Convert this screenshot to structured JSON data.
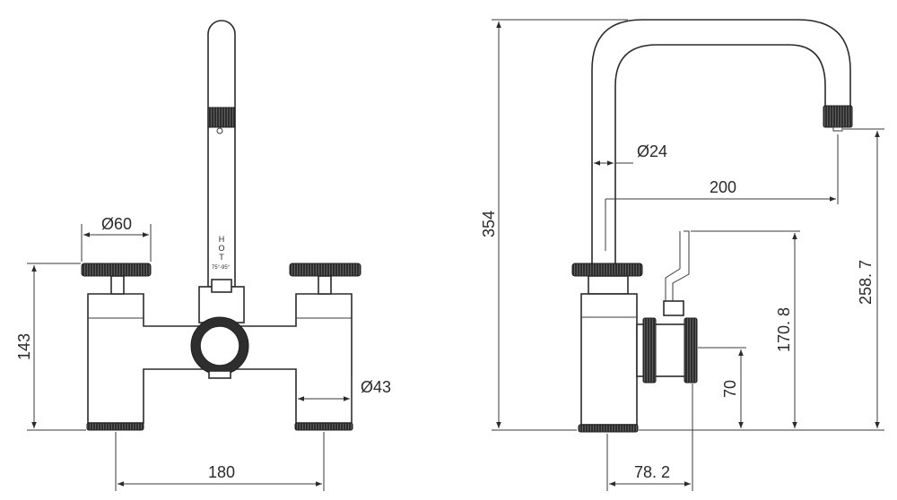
{
  "drawing": {
    "front_view": {
      "dim_handle_diameter": "Ø60",
      "dim_height": "143",
      "dim_base_diameter": "Ø43",
      "dim_centers": "180",
      "spout_label_letters": [
        "H",
        "O",
        "T"
      ],
      "spout_temp_label": "75°-95°"
    },
    "side_view": {
      "dim_spout_diameter": "Ø24",
      "dim_reach": "200",
      "dim_total_height": "354",
      "dim_outlet_height": "258. 7",
      "dim_valve_height": "170. 8",
      "dim_inlet_height": "70",
      "dim_base_offset": "78. 2"
    }
  },
  "colors": {
    "line": "#2b2b2b",
    "knurl": "#2e2e2e",
    "background": "#ffffff"
  }
}
